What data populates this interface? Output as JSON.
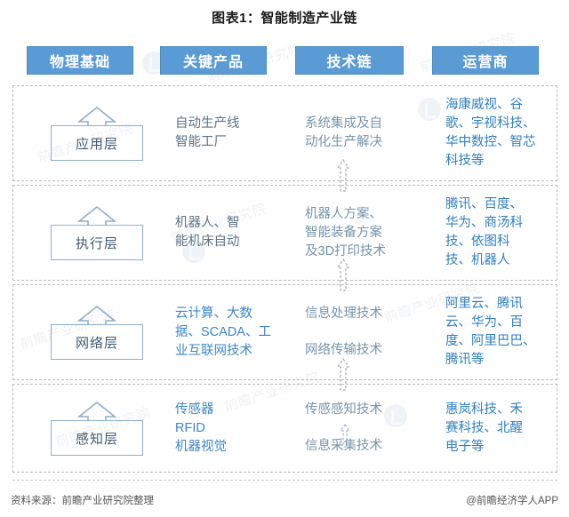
{
  "title": "图表1：智能制造产业链",
  "colors": {
    "header_bg": "#5B9BD5",
    "header_text": "#ffffff",
    "row_border": "#b9b9b9",
    "badge_border": "#8FAFC9",
    "col2_gray": "#5d7286",
    "col2_blue": "#3b86c9",
    "col3_text": "#7794ab",
    "col4_text": "#2f7fc4"
  },
  "headers": [
    {
      "label": "物理基础",
      "name": "header-physical-foundation"
    },
    {
      "label": "关键产品",
      "name": "header-key-products"
    },
    {
      "label": "技术链",
      "name": "header-technology-chain"
    },
    {
      "label": "运营商",
      "name": "header-operators"
    }
  ],
  "rows": [
    {
      "layer": "应用层",
      "col2": "自动生产线\n智能工厂",
      "col3": "系统集成及自\n动化生产解决",
      "col3_b": "",
      "col4": "海康威视、谷\n歌、宇视科技、\n华中数控、智芯\n科技等"
    },
    {
      "layer": "执行层",
      "col2": "机器人、智\n能机床自动",
      "col3": "机器人方案、\n智能装备方案\n及3D打印技术",
      "col3_b": "",
      "col4": "腾讯、百度、\n华为、商汤科\n技、依图科\n技、机器人"
    },
    {
      "layer": "网络层",
      "col2": "云计算、大数\n据、SCADA、工\n业互联网技术",
      "col3": "信息处理技术",
      "col3_b": "网络传输技术",
      "col4": "阿里云、腾讯\n云、华为、百\n度、阿里巴巴、\n腾讯等"
    },
    {
      "layer": "感知层",
      "col2": "传感器\nRFID\n机器视觉",
      "col3": "传感感知技术",
      "col3_b": "信息采集技术",
      "col4": "惠岚科技、禾\n赛科技、北醒\n电子等"
    }
  ],
  "footer": {
    "source": "资料来源：前瞻产业研究院整理",
    "attribution": "@前瞻经济学人APP"
  },
  "watermarks": {
    "text": "前瞻产业研究院"
  }
}
